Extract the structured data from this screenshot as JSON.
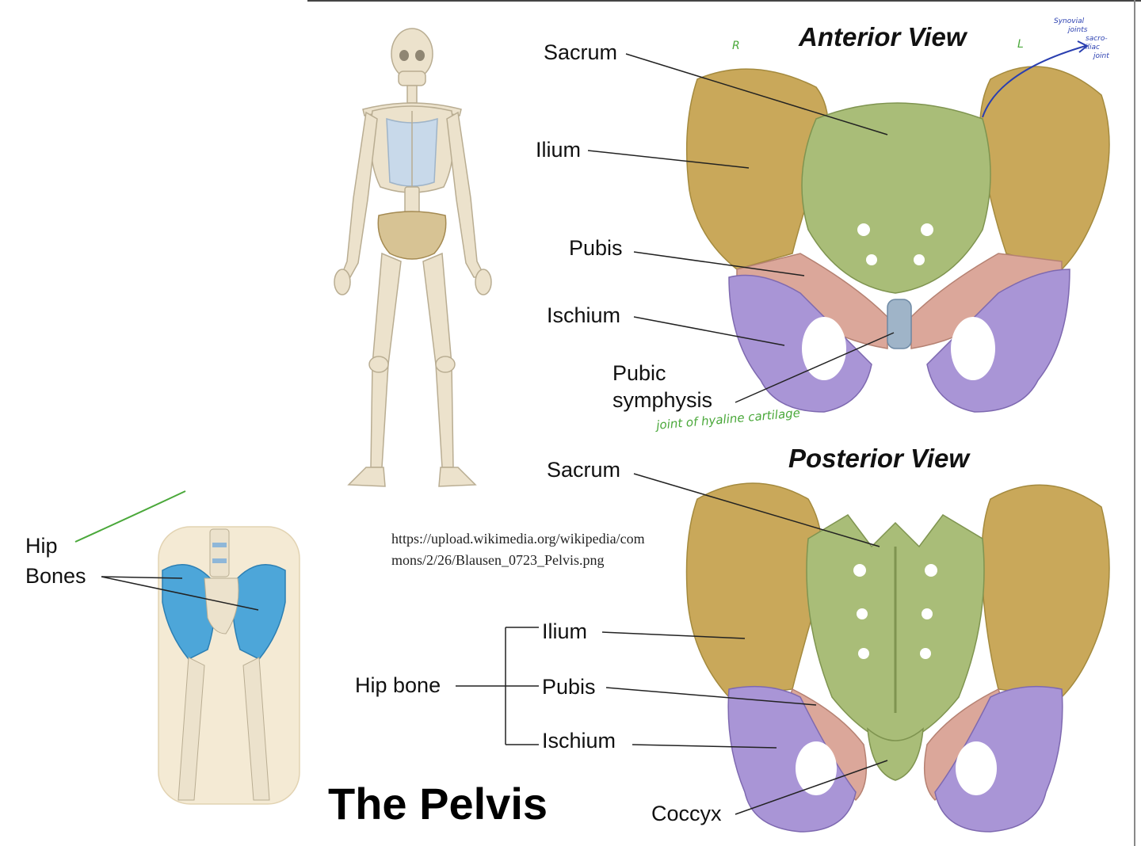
{
  "title": "The Pelvis",
  "source_url": "https://upload.wikimedia.org/wikipedia/commons/2/26/Blausen_0723_Pelvis.png",
  "anterior": {
    "heading": "Anterior View",
    "labels": {
      "sacrum": "Sacrum",
      "ilium": "Ilium",
      "pubis": "Pubis",
      "ischium": "Ischium",
      "pubic_symphysis_line1": "Pubic",
      "pubic_symphysis_line2": "symphysis"
    }
  },
  "posterior": {
    "heading": "Posterior View",
    "labels": {
      "sacrum": "Sacrum",
      "ilium": "Ilium",
      "pubis": "Pubis",
      "ischium": "Ischium",
      "coccyx": "Coccyx",
      "hip_bone": "Hip bone"
    }
  },
  "hip_bones_label": {
    "line1": "Hip",
    "line2": "Bones"
  },
  "annotations": {
    "right_mark": "R",
    "left_mark": "L",
    "pubic_note": "joint of hyaline cartilage",
    "sacroiliac_note": [
      "Synovial",
      "joints",
      "sacro-",
      "iliac",
      "joint"
    ]
  },
  "colors": {
    "ilium": "#c9a85a",
    "sacrum": "#a9bd78",
    "pubis": "#dba79a",
    "ischium": "#a995d6",
    "cartilage": "#9fb4c8",
    "hip_bone_blue": "#4da6d9",
    "bone": "#ece2cc",
    "handwriting_green": "#4aa83a",
    "handwriting_blue": "#2a3fb0"
  }
}
